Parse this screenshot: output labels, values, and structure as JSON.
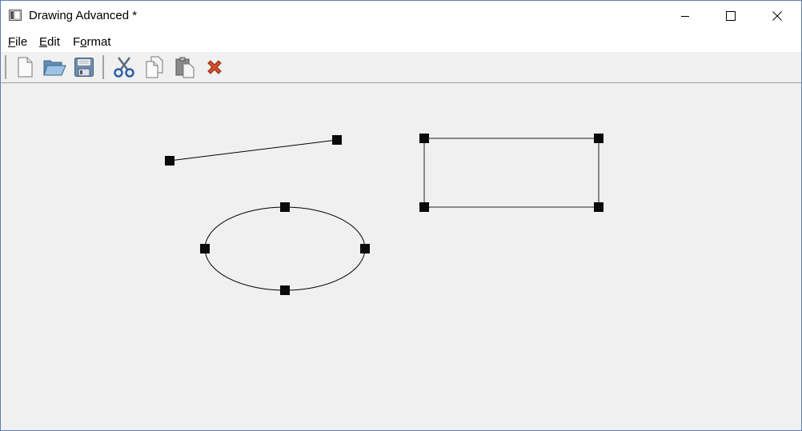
{
  "window": {
    "title": "Drawing Advanced *"
  },
  "titlebar_buttons": [
    "minimize",
    "maximize",
    "close"
  ],
  "menubar": {
    "items": [
      {
        "label": "File",
        "mnemonic": "F"
      },
      {
        "label": "Edit",
        "mnemonic": "E"
      },
      {
        "label": "Format",
        "mnemonic": "o"
      }
    ]
  },
  "toolbar": {
    "items": [
      {
        "name": "new-file",
        "icon": "new-file-icon"
      },
      {
        "name": "open-folder",
        "icon": "open-folder-icon"
      },
      {
        "name": "save",
        "icon": "save-icon"
      },
      {
        "name": "cut",
        "icon": "scissors-icon"
      },
      {
        "name": "copy",
        "icon": "copy-icon"
      },
      {
        "name": "paste",
        "icon": "paste-icon"
      },
      {
        "name": "delete",
        "icon": "delete-x-icon"
      }
    ]
  },
  "canvas": {
    "background": "#f0f0f0",
    "shapes": [
      {
        "type": "line",
        "selected": true
      },
      {
        "type": "rectangle",
        "selected": true
      },
      {
        "type": "ellipse",
        "selected": true
      }
    ]
  },
  "colors": {
    "accent_border": "#5b7fb5",
    "delete_icon": "#d4502a",
    "handle": "#000000"
  }
}
